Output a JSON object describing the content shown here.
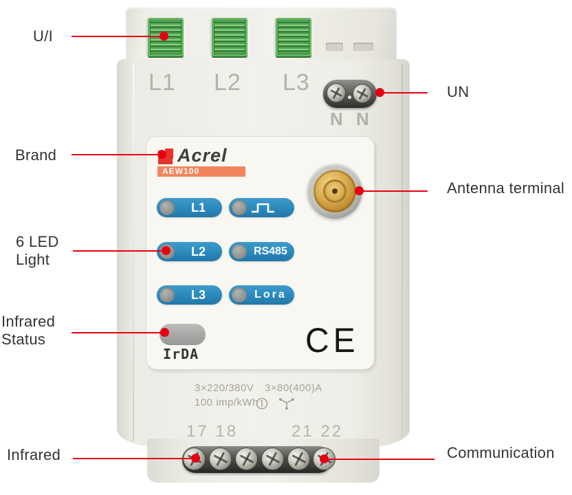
{
  "callouts": {
    "ui": {
      "label": "U/I"
    },
    "brand": {
      "label": "Brand"
    },
    "led": {
      "line1": "6 LED",
      "line2": "Light"
    },
    "infrared_status": {
      "line1": "Infrared",
      "line2": "Status"
    },
    "infrared_bottom": {
      "label": "Infrared"
    },
    "un": {
      "label": "UN"
    },
    "antenna": {
      "label": "Antenna terminal"
    },
    "communication": {
      "label": "Communication"
    }
  },
  "device": {
    "brand_name": "Acrel",
    "model": "AEW100",
    "phase_labels": [
      "L1",
      "L2",
      "L3"
    ],
    "neutral_labels": [
      "N",
      "N"
    ],
    "leds": [
      {
        "label": "L1"
      },
      {
        "label": "",
        "icon": "pulse"
      },
      {
        "label": "L2"
      },
      {
        "label": "RS485"
      },
      {
        "label": "L3"
      },
      {
        "label": "Lora"
      }
    ],
    "irda_label": "IrDA",
    "ce_mark": "CE",
    "specs_line1a": "3×220/380V",
    "specs_line1b": "3×80(400)A",
    "specs_line2": "100 imp/kWh",
    "terminal_numbers_left": "17 18",
    "terminal_numbers_right": "21 22"
  },
  "colors": {
    "callout_red": "#e60012",
    "pill_blue": "#2e8ec1",
    "banner_salmon": "#f2855d",
    "terminal_green": "#57a757",
    "body_gray": "#ecebe5"
  }
}
